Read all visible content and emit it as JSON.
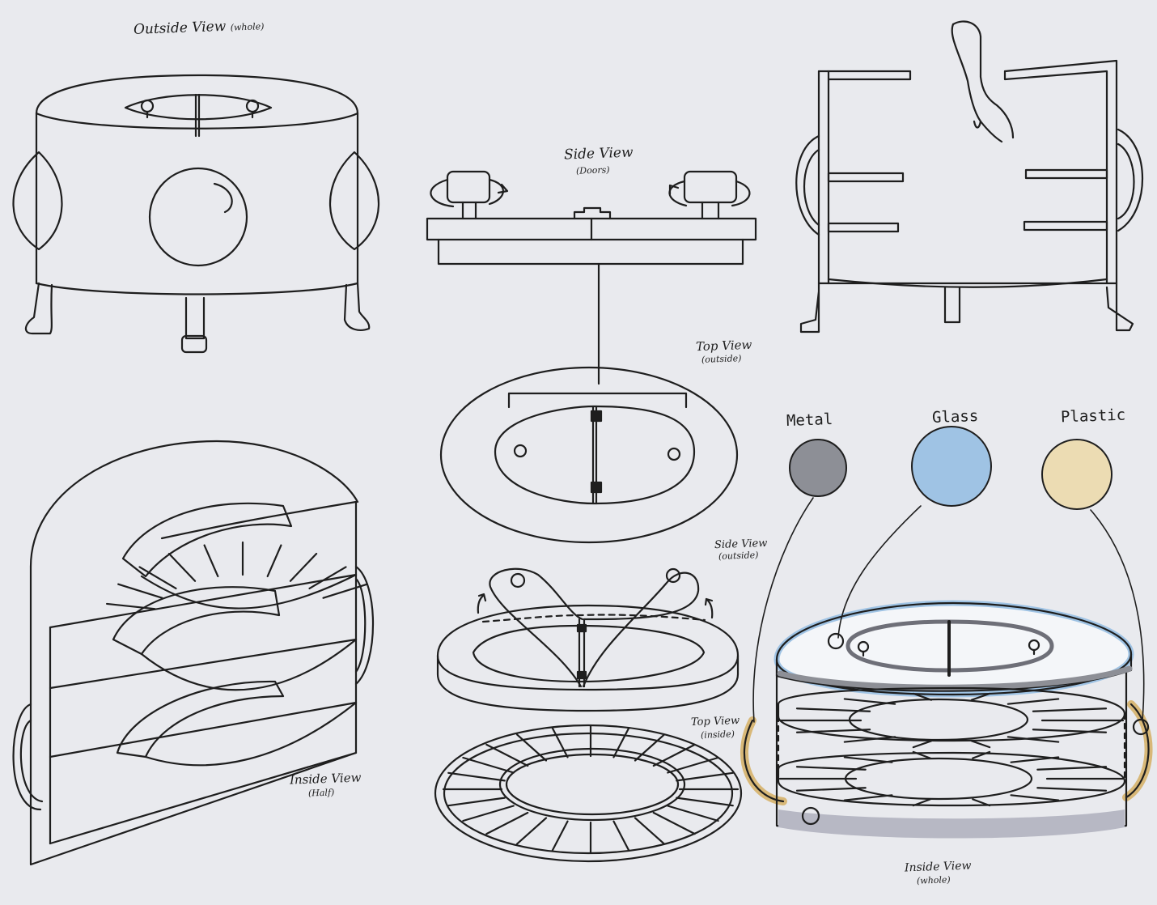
{
  "labels": {
    "outside_view": "Outside View",
    "outside_view_sub": "(whole)",
    "side_view_doors": "Side View",
    "side_view_doors_sub": "(Doors)",
    "top_view_outside": "Top View",
    "top_view_outside_sub": "(outside)",
    "side_view_outside": "Side View",
    "side_view_outside_sub": "(outside)",
    "top_view_inside": "Top View",
    "top_view_inside_sub": "(inside)",
    "inside_view_half": "Inside View",
    "inside_view_half_sub": "(Half)",
    "inside_view_whole": "Inside View",
    "inside_view_whole_sub": "(whole)"
  },
  "materials": [
    {
      "name": "Metal",
      "color": "#8d8f96"
    },
    {
      "name": "Glass",
      "color": "#9fc3e4"
    },
    {
      "name": "Plastic",
      "color": "#ecdcb3"
    }
  ],
  "colors": {
    "paper": "#e9eaee",
    "ink": "#1e1e1e"
  }
}
